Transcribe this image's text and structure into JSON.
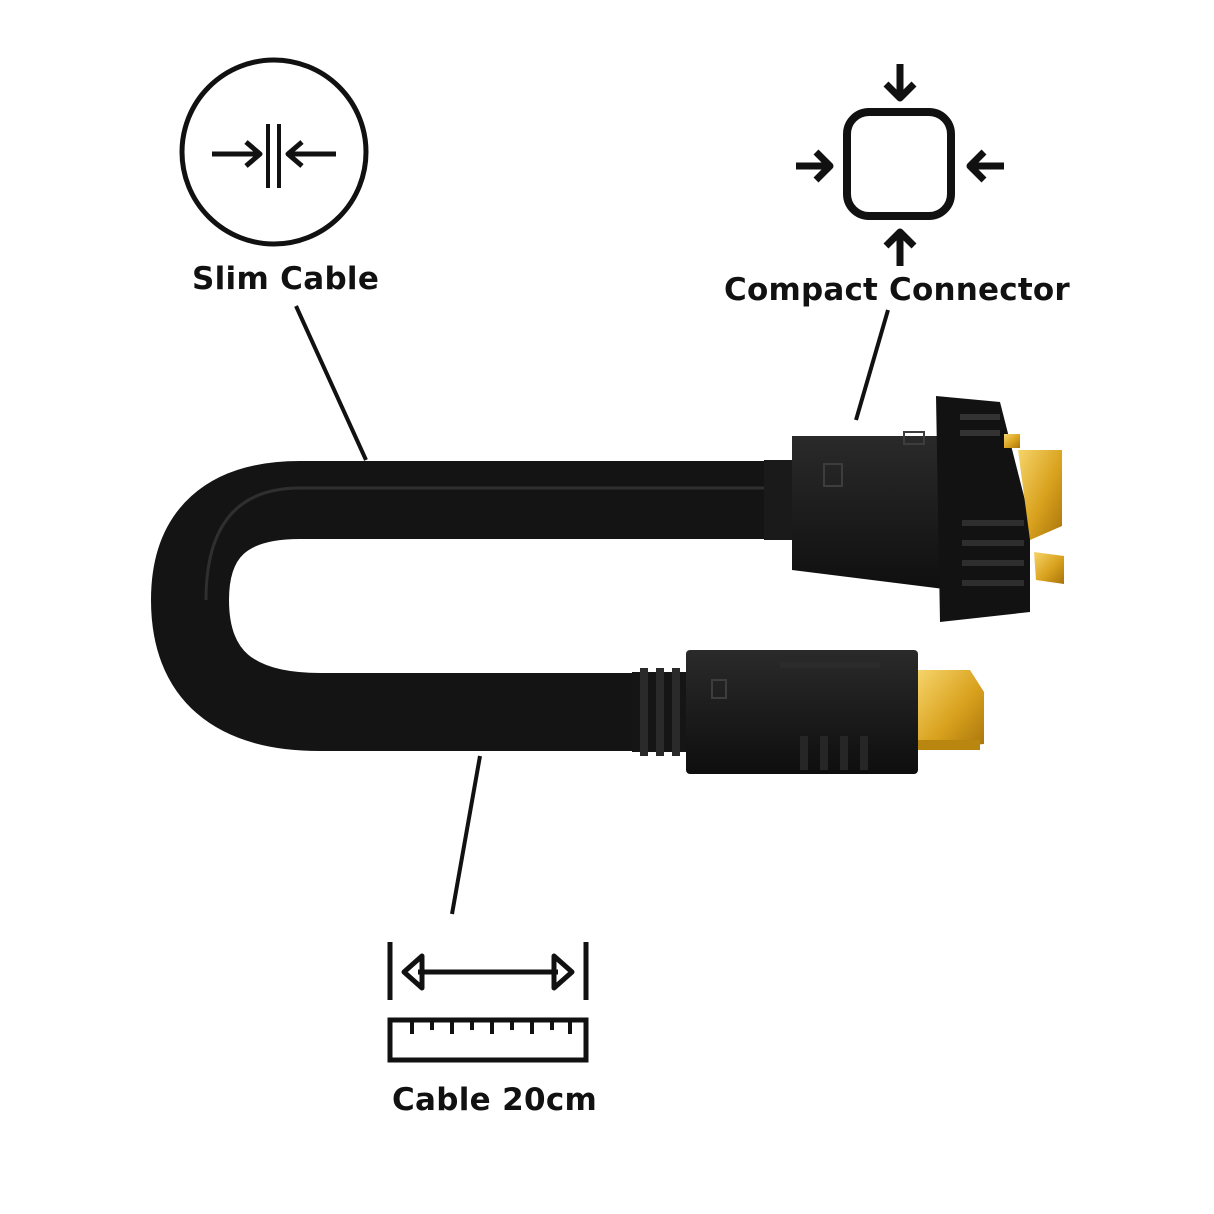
{
  "features": {
    "slim_cable": {
      "label": "Slim Cable",
      "icon": "slim-cable-icon"
    },
    "compact_connector": {
      "label": "Compact Connector",
      "icon": "compact-connector-icon"
    },
    "cable_length": {
      "label": "Cable 20cm",
      "icon": "cable-length-ruler-icon"
    }
  },
  "product": {
    "connector_a": "hdmi-connector",
    "connector_b": "dvi-connector"
  },
  "colors": {
    "background": "#ffffff",
    "ink": "#111111",
    "cable": "#141414",
    "gold": "#d9a21e"
  }
}
